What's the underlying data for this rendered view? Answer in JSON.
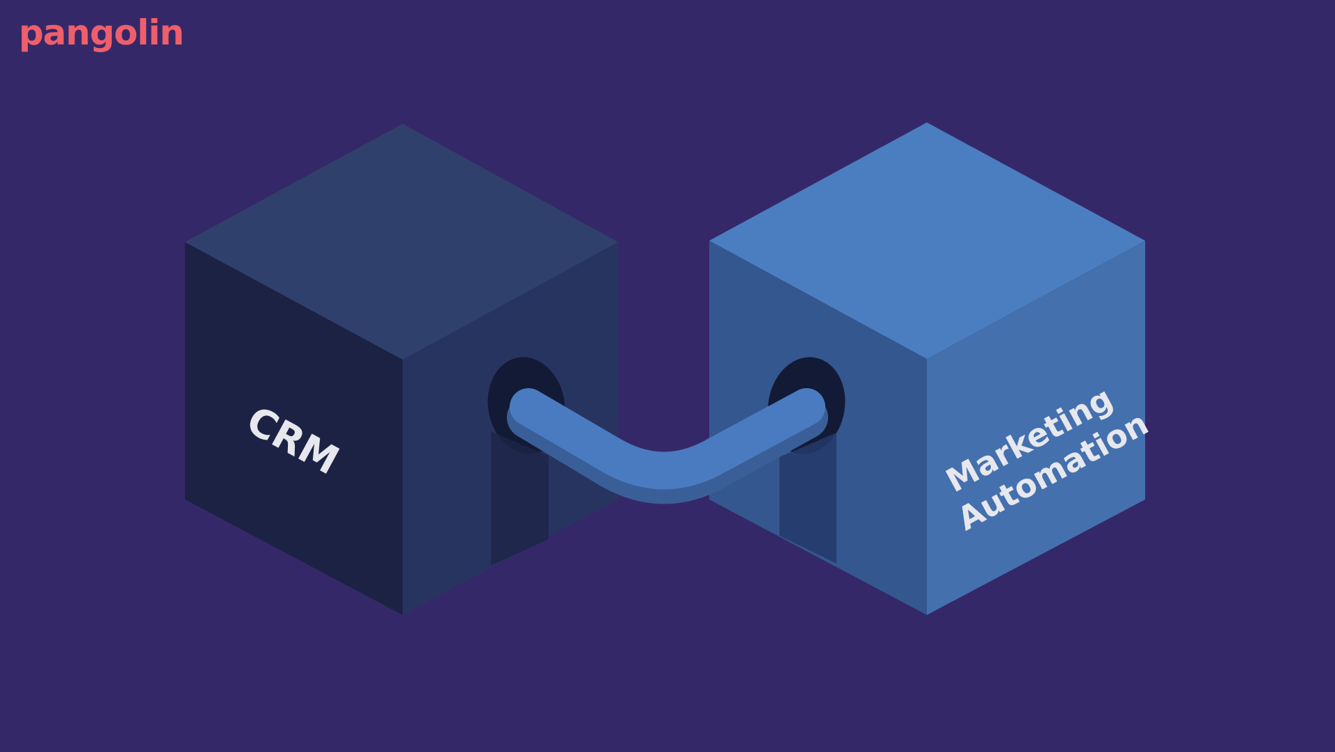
{
  "brand": {
    "logo_text": "pangolin",
    "color": "#ef5f6b"
  },
  "background_color": "#352868",
  "cubes": [
    {
      "label_lines": [
        "CRM"
      ],
      "colors": {
        "top": "#30406c",
        "left": "#1c2244",
        "right": "#283460"
      }
    },
    {
      "label_lines": [
        "Marketing",
        "Automation"
      ],
      "colors": {
        "top": "#4b7ec0",
        "left": "#34578f",
        "right": "#4470ae"
      }
    }
  ],
  "connector": {
    "color": "#4a7bc0",
    "shadow": "#3a5f98"
  }
}
